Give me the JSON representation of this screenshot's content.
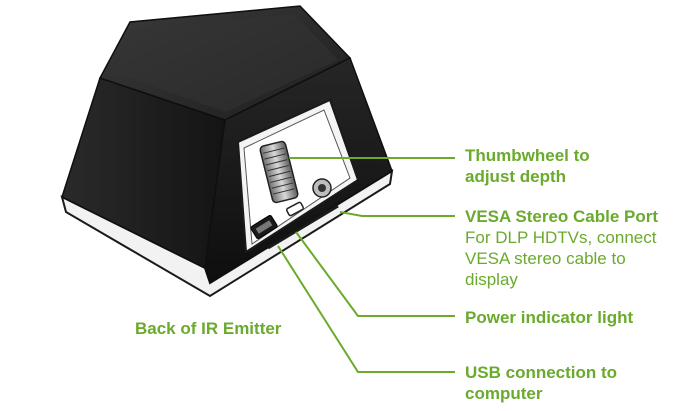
{
  "diagram": {
    "accent_color": "#6aaa2c",
    "labels": {
      "thumbwheel": [
        "Thumbwheel to",
        "adjust depth"
      ],
      "vesa_port": {
        "title": "VESA Stereo Cable Port",
        "description": [
          "For DLP HDTVs, connect",
          "VESA stereo cable to",
          "display"
        ]
      },
      "power": "Power indicator light",
      "usb": [
        "USB connection to",
        "computer"
      ],
      "back": "Back of IR Emitter"
    }
  }
}
